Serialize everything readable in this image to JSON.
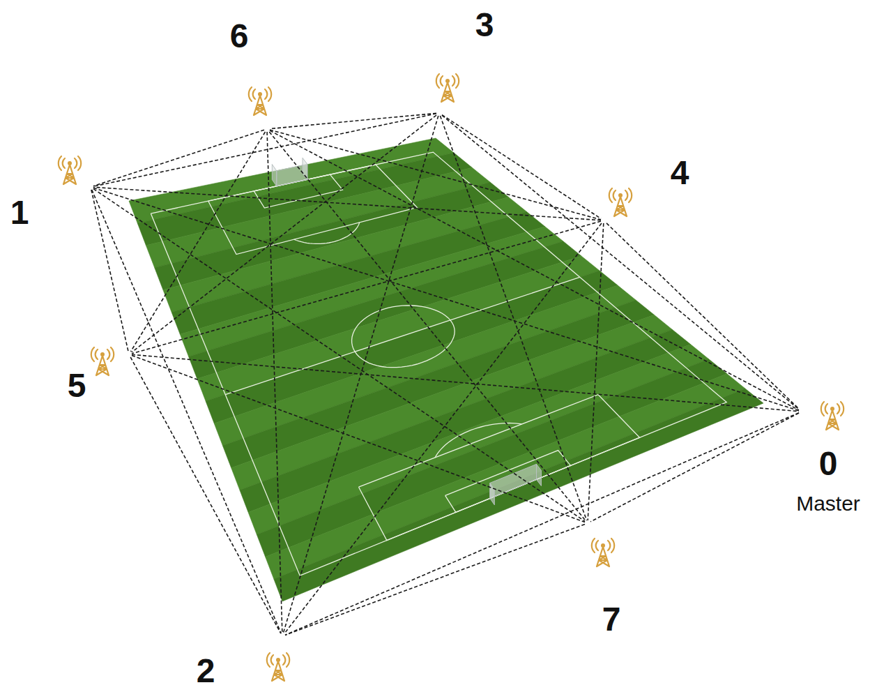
{
  "diagram": {
    "nodes": [
      {
        "text": [
          "3"
        ]
      },
      {
        "text": [
          "6"
        ]
      },
      {
        "text": [
          "4"
        ]
      },
      {
        "text": [
          "1"
        ]
      },
      {
        "text": [
          "5"
        ]
      },
      {
        "text": [
          "0",
          "Master"
        ]
      },
      {
        "text": [
          "7"
        ]
      },
      {
        "text": [
          "2"
        ]
      }
    ],
    "edges": [
      {
        "from": 0,
        "to": 1,
        "arrow": "none"
      },
      {
        "from": 0,
        "to": 2,
        "arrow": "none"
      },
      {
        "from": 0,
        "to": 3,
        "arrow": "none"
      },
      {
        "from": 0,
        "to": 4,
        "arrow": "none"
      },
      {
        "from": 0,
        "to": 5,
        "arrow": "none"
      },
      {
        "from": 0,
        "to": 6,
        "arrow": "none"
      },
      {
        "from": 0,
        "to": 7,
        "arrow": "none"
      },
      {
        "from": 1,
        "to": 2,
        "arrow": "none"
      },
      {
        "from": 1,
        "to": 3,
        "arrow": "none"
      },
      {
        "from": 1,
        "to": 4,
        "arrow": "none"
      },
      {
        "from": 1,
        "to": 5,
        "arrow": "none"
      },
      {
        "from": 1,
        "to": 6,
        "arrow": "none"
      },
      {
        "from": 1,
        "to": 7,
        "arrow": "none"
      },
      {
        "from": 2,
        "to": 3,
        "arrow": "none"
      },
      {
        "from": 2,
        "to": 4,
        "arrow": "none"
      },
      {
        "from": 2,
        "to": 5,
        "arrow": "none"
      },
      {
        "from": 2,
        "to": 6,
        "arrow": "none"
      },
      {
        "from": 2,
        "to": 7,
        "arrow": "none"
      },
      {
        "from": 3,
        "to": 4,
        "arrow": "none"
      },
      {
        "from": 3,
        "to": 5,
        "arrow": "none"
      },
      {
        "from": 3,
        "to": 6,
        "arrow": "none"
      },
      {
        "from": 3,
        "to": 7,
        "arrow": "none"
      },
      {
        "from": 4,
        "to": 5,
        "arrow": "none"
      },
      {
        "from": 4,
        "to": 6,
        "arrow": "none"
      },
      {
        "from": 4,
        "to": 7,
        "arrow": "none"
      },
      {
        "from": 5,
        "to": 6,
        "arrow": "none"
      },
      {
        "from": 5,
        "to": 7,
        "arrow": "none"
      },
      {
        "from": 6,
        "to": 7,
        "arrow": "none"
      }
    ]
  }
}
